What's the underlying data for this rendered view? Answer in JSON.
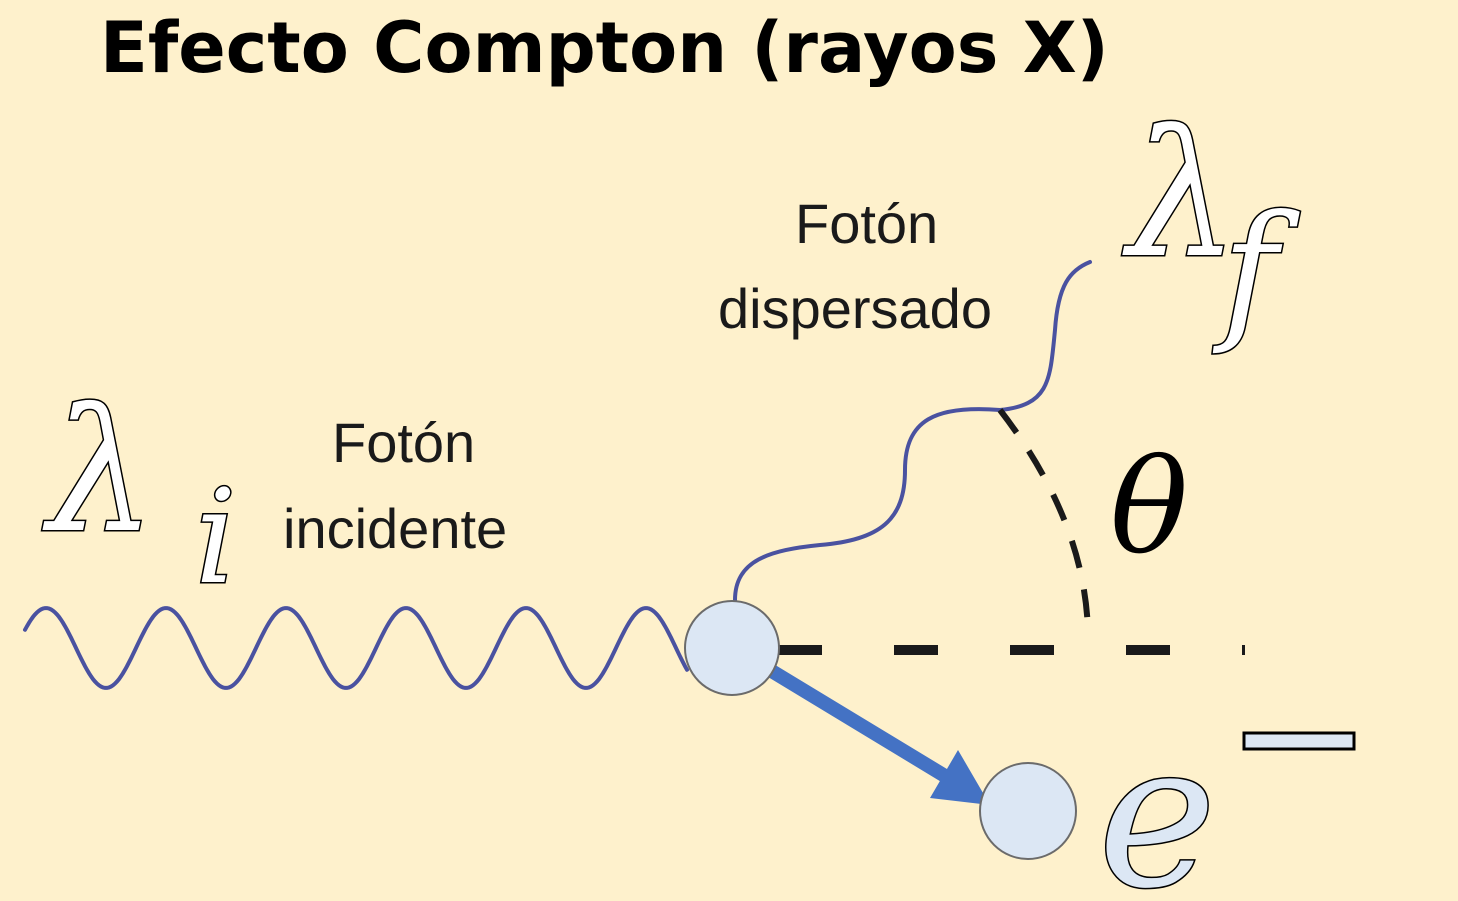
{
  "title": "Efecto Compton (rayos X)",
  "labels": {
    "incident_photon_line1": "Fotón",
    "incident_photon_line2": "incidente",
    "scattered_photon_line1": "Fotón",
    "scattered_photon_line2": "dispersado"
  },
  "symbols": {
    "lambda": "λ",
    "initial_subscript": "i",
    "final_subscript": "f",
    "angle": "θ",
    "electron": "e",
    "electron_charge": "−"
  },
  "colors": {
    "background": "#FEF1CC",
    "wave": "#4A52A0",
    "particle_fill": "#DCE7F4",
    "electron_arrow": "#4472C4",
    "dashed": "#1A1A1A"
  }
}
